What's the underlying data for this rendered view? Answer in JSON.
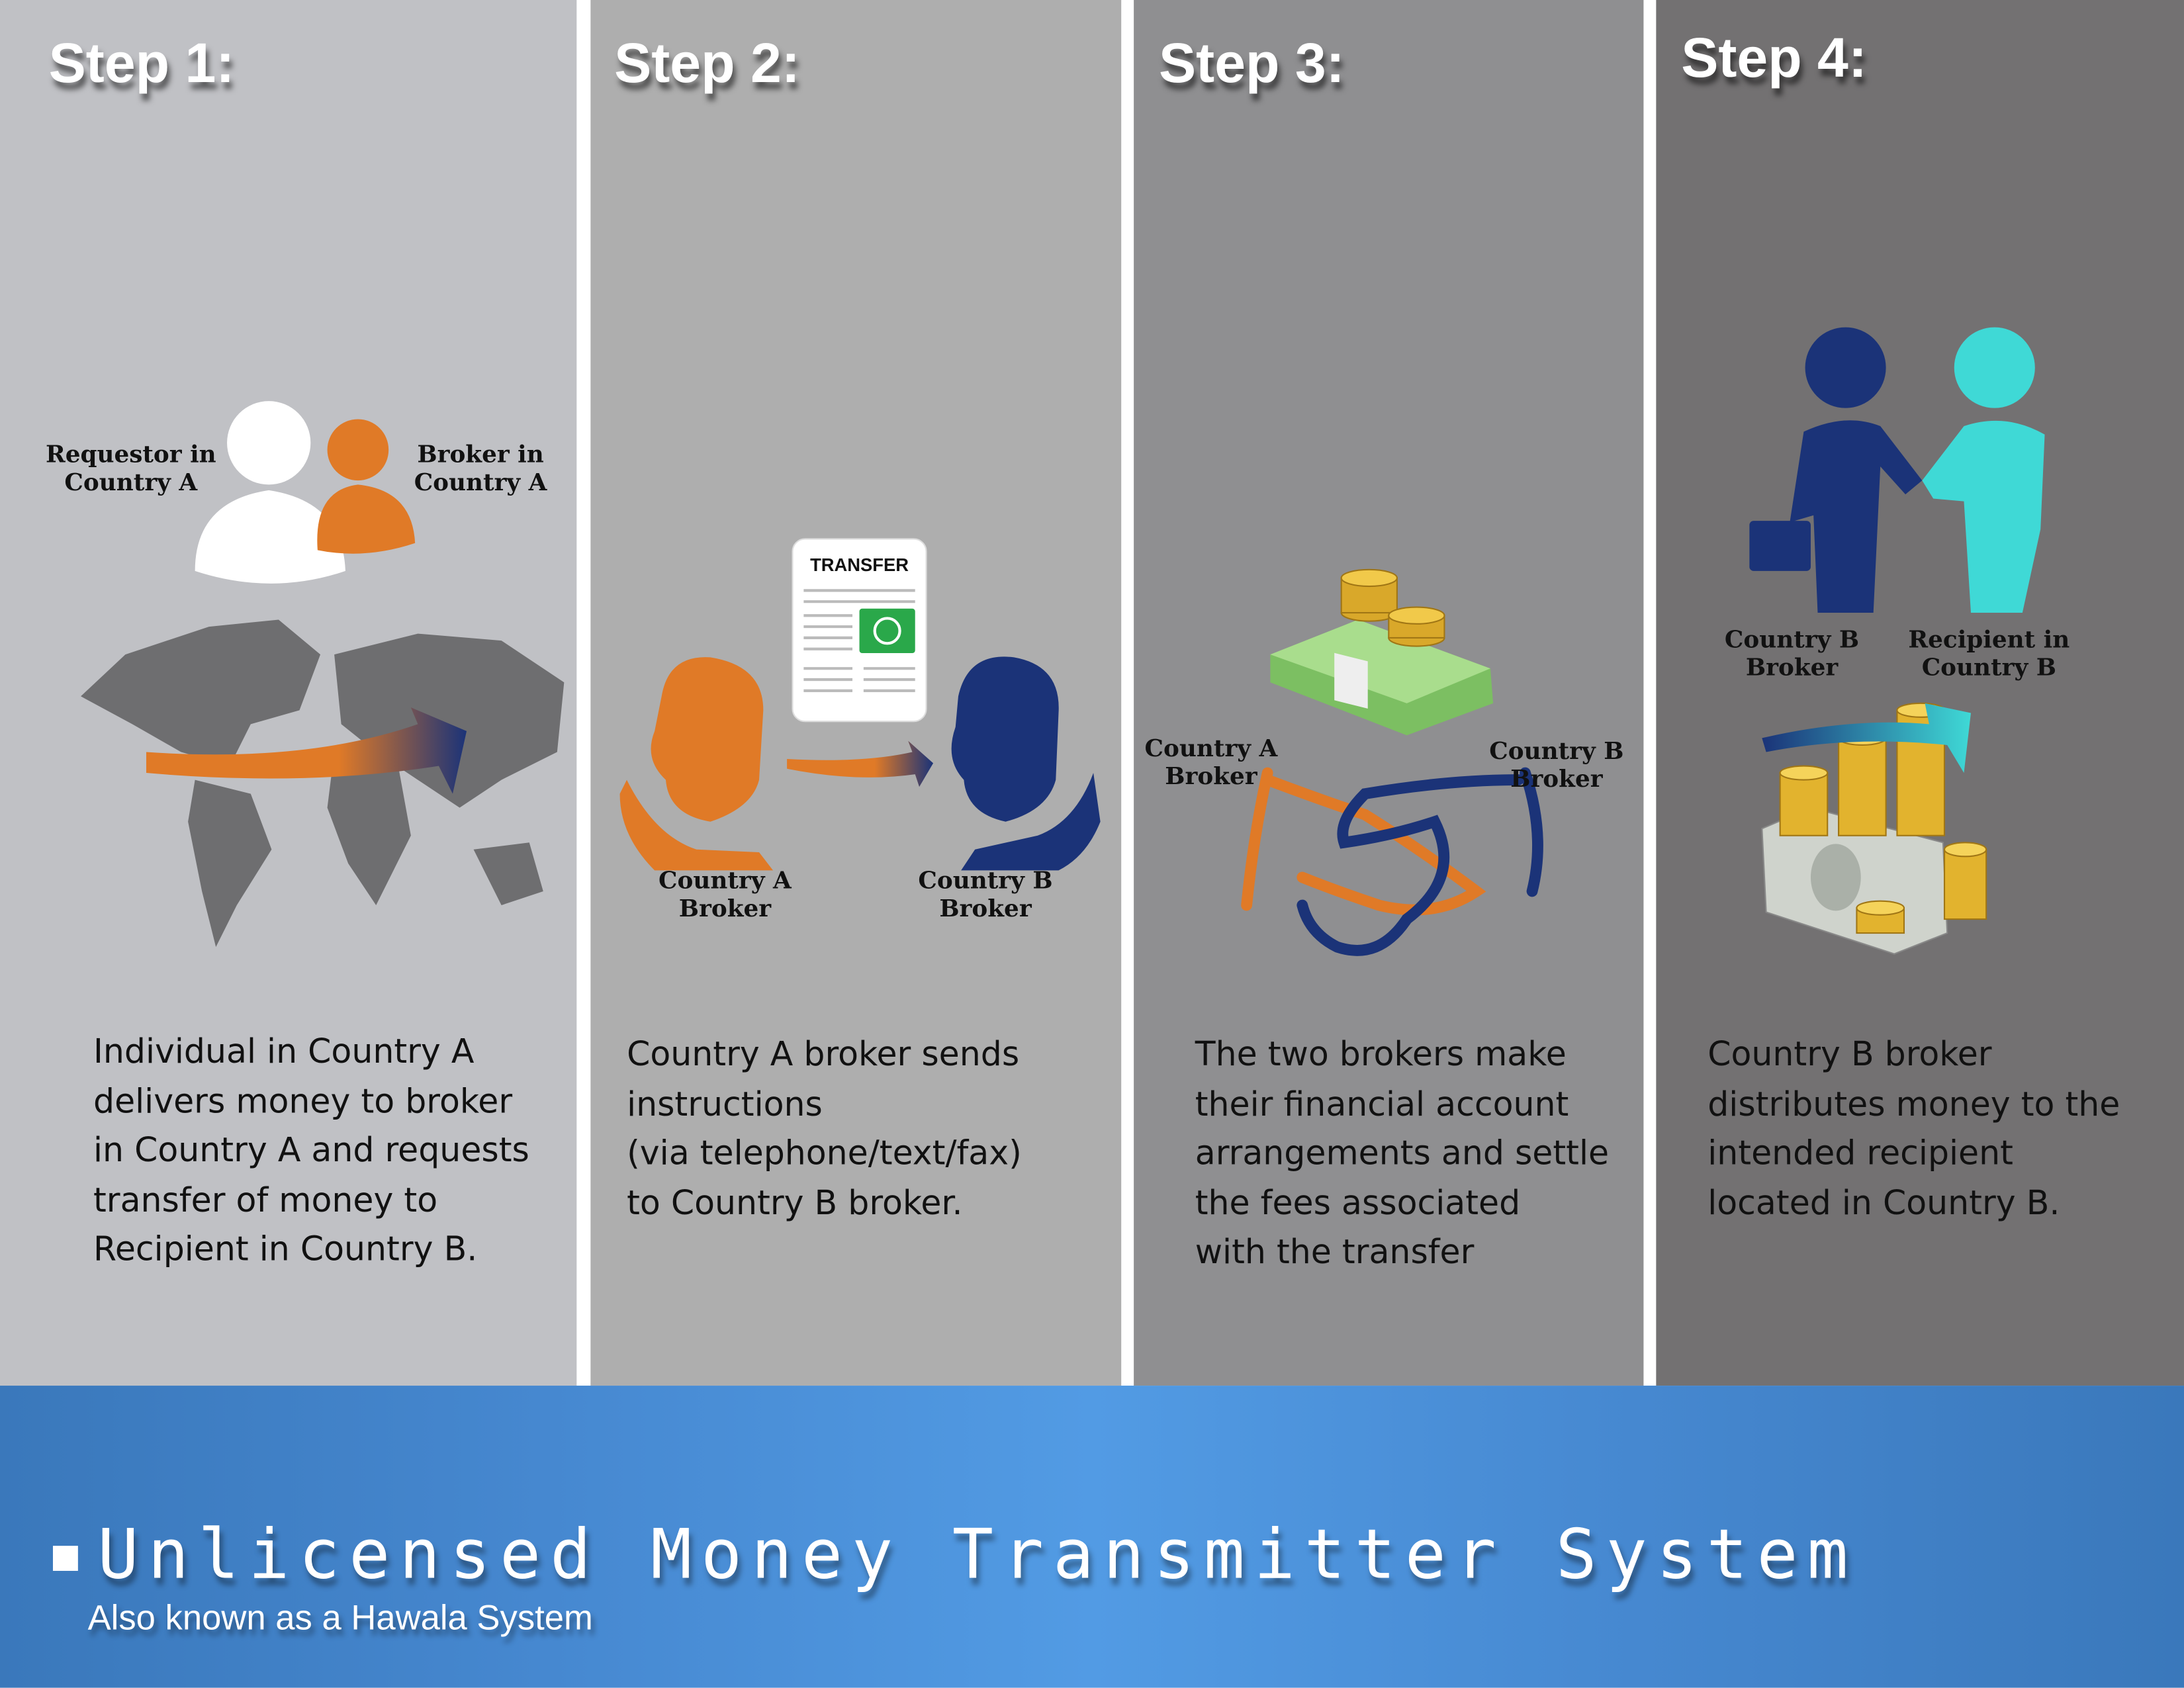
{
  "steps": [
    {
      "title": "Step 1:",
      "labels": [
        "Requestor in\nCountry A",
        "Broker in\nCountry A"
      ],
      "description": "Individual in Country A\ndelivers money to broker\nin Country A and requests\ntransfer of money to\nRecipient in Country B."
    },
    {
      "title": "Step 2:",
      "document_label": "TRANSFER",
      "labels": [
        "Country A\nBroker",
        "Country B\nBroker"
      ],
      "description": "Country A broker sends\ninstructions\n(via telephone/text/fax)\nto Country B broker."
    },
    {
      "title": "Step 3:",
      "labels": [
        "Country A\nBroker",
        "Country B\nBroker"
      ],
      "description": "The two brokers make\ntheir financial account\narrangements and settle\nthe fees associated\nwith the transfer"
    },
    {
      "title": "Step 4:",
      "labels": [
        "Country B\nBroker",
        "Recipient in\nCountry B"
      ],
      "description": "Country B broker\ndistributes money to the\nintended recipient\nlocated in Country B."
    }
  ],
  "banner": {
    "title": "Unlicensed Money Transmitter System",
    "subtitle": "Also known as a Hawala System"
  },
  "colors": {
    "orange": "#e07a27",
    "navy": "#1b3378",
    "cyan": "#3fd9d6",
    "banner_blue": "#4a8fd8"
  }
}
